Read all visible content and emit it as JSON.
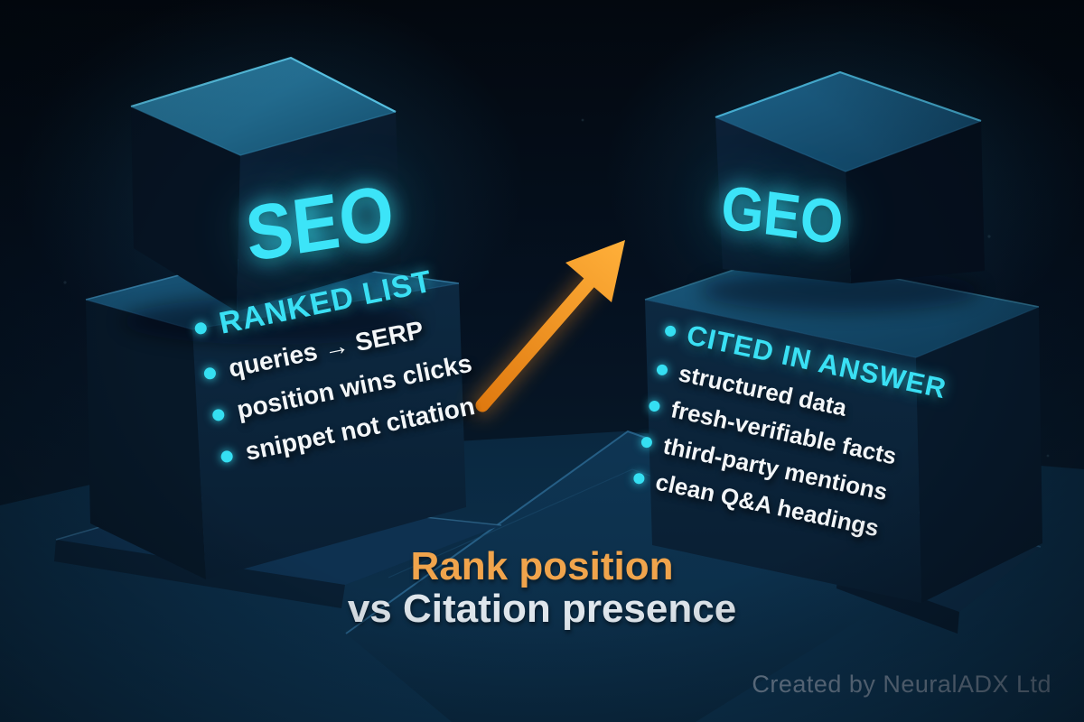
{
  "left_panel": {
    "cube_label": "SEO",
    "list_title": "RANKED LIST",
    "items": [
      "queries → SERP",
      "position wins clicks",
      "snippet not citation"
    ]
  },
  "right_panel": {
    "cube_label": "GEO",
    "list_title": "CITED IN ANSWER",
    "items": [
      "structured data",
      "fresh-verifiable facts",
      "third-party mentions",
      "clean Q&A headings"
    ]
  },
  "caption": {
    "line1": "Rank position",
    "line2": "vs Citation presence"
  },
  "credit": "Created by NeuralADX Ltd",
  "icons": {
    "bullet": "cyan-dot",
    "arrow": "orange-up-right-arrow"
  },
  "colors": {
    "cyan_glow": "#38e3f8",
    "orange_caption": "#f0a44c",
    "arrow_orange": "#f78c1e",
    "background_navy": "#061523",
    "cube_top_teal": "#1f6e93",
    "text_white": "#f3f6f8",
    "credit_text": "#6d8094"
  }
}
